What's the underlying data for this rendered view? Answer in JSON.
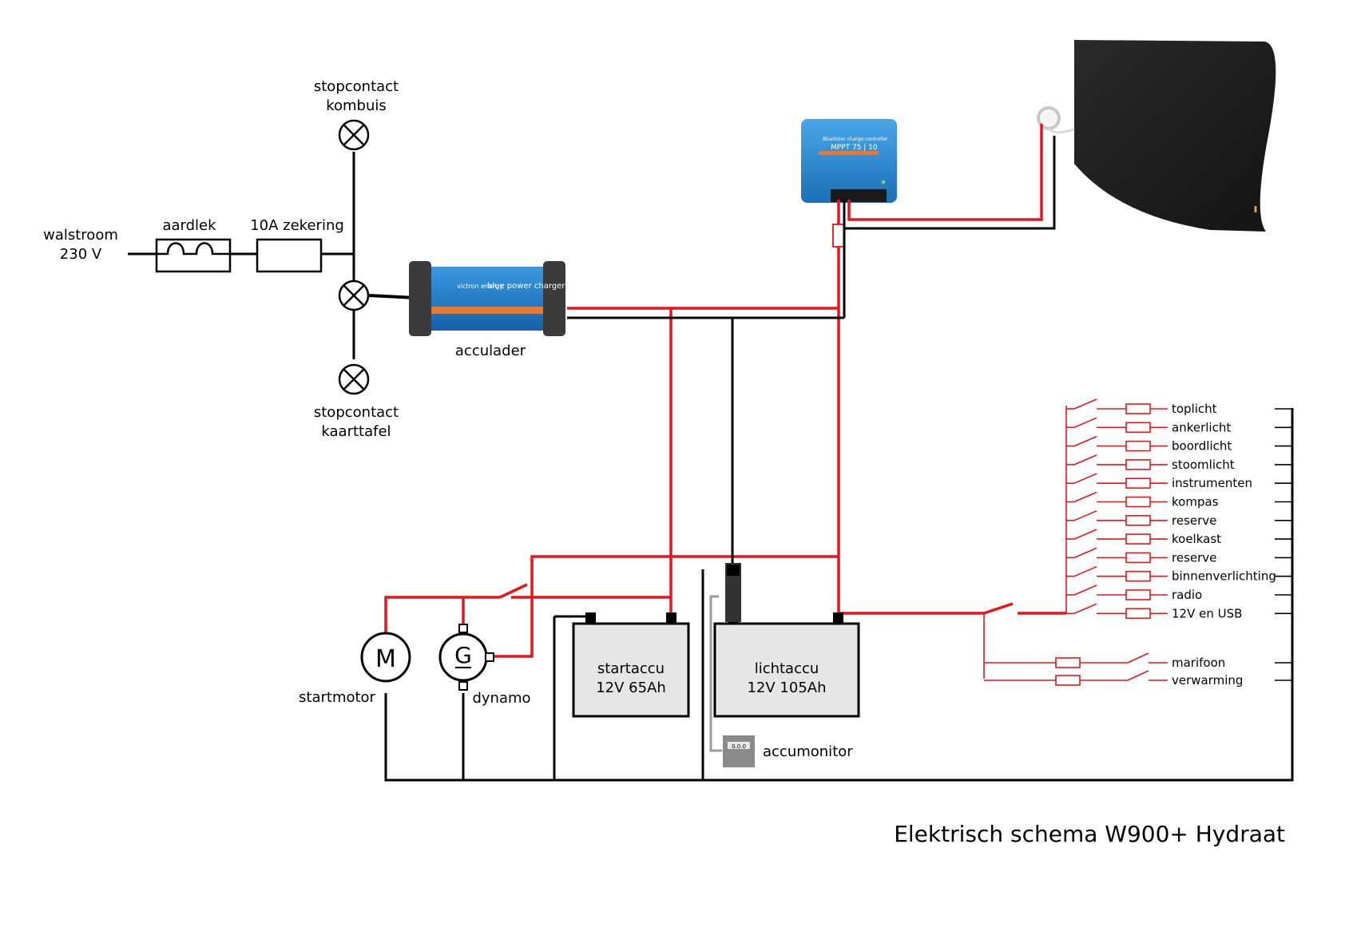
{
  "title": "Elektrisch schema W900+ Hydraat",
  "shore": {
    "line1": "walstroom",
    "line2": "230 V"
  },
  "rcd_label": "aardlek",
  "fuse_label": "10A zekering",
  "socket_top": {
    "line1": "stopcontact",
    "line2": "kombuis"
  },
  "socket_bottom": {
    "line1": "stopcontact",
    "line2": "kaarttafel"
  },
  "charger": {
    "label": "acculader",
    "brand": "victron energy",
    "model": "blue power charger"
  },
  "solar_controller": {
    "model": "BlueSolar charge controller",
    "type": "MPPT 75 | 10"
  },
  "start_motor": {
    "symbol": "M",
    "label": "startmotor"
  },
  "alternator": {
    "symbol": "G",
    "label": "dynamo"
  },
  "start_battery": {
    "line1": "startaccu",
    "line2": "12V 65Ah"
  },
  "house_battery": {
    "line1": "lichtaccu",
    "line2": "12V 105Ah"
  },
  "monitor": {
    "label": "accumonitor",
    "display": "0.0.0"
  },
  "circuits": [
    "toplicht",
    "ankerlicht",
    "boordlicht",
    "stoomlicht",
    "instrumenten",
    "kompas",
    "reserve",
    "koelkast",
    "reserve",
    "binnenverlichting",
    "radio",
    "12V en USB"
  ],
  "direct_circuits": [
    "marifoon",
    "verwarming"
  ],
  "colors": {
    "positive": "#e3161d",
    "negative": "#000000",
    "charger_blue": "#1f7fc7",
    "charger_orange": "#f0762b",
    "panel": "#1c1c1e",
    "battery_fill": "#e6e6e6"
  }
}
